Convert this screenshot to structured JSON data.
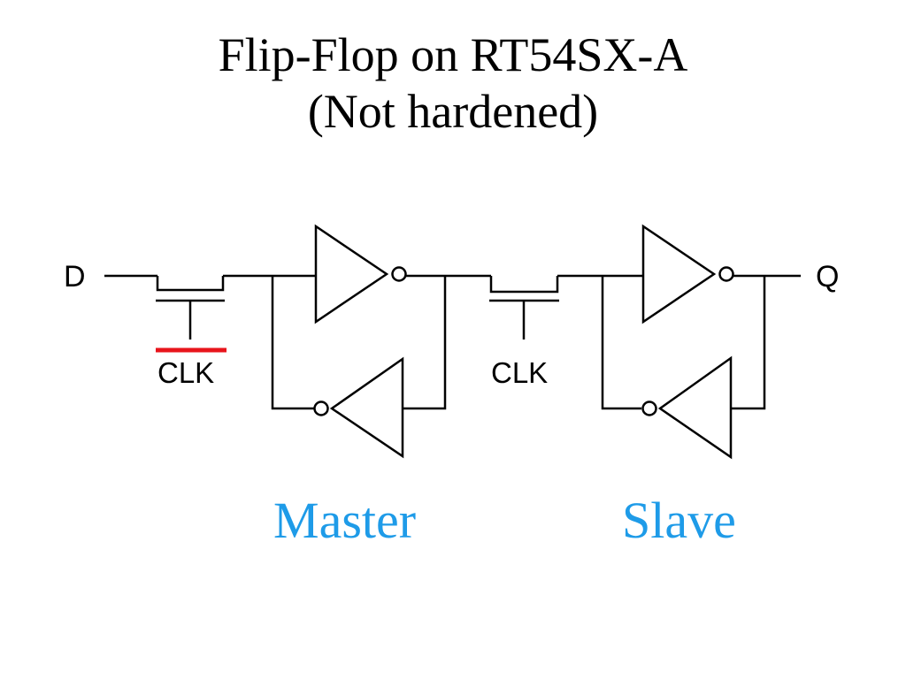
{
  "slide": {
    "title_line1": "Flip-Flop on RT54SX-A",
    "title_line2": "(Not hardened)"
  },
  "diagram": {
    "input_label": "D",
    "output_label": "Q",
    "clock_label_master": "CLK",
    "clock_label_slave": "CLK",
    "master_label": "Master",
    "slave_label": "Slave",
    "colors": {
      "wire": "#000000",
      "clock_inversion_bar": "#e8141b",
      "section_label": "#1e9be8"
    }
  }
}
